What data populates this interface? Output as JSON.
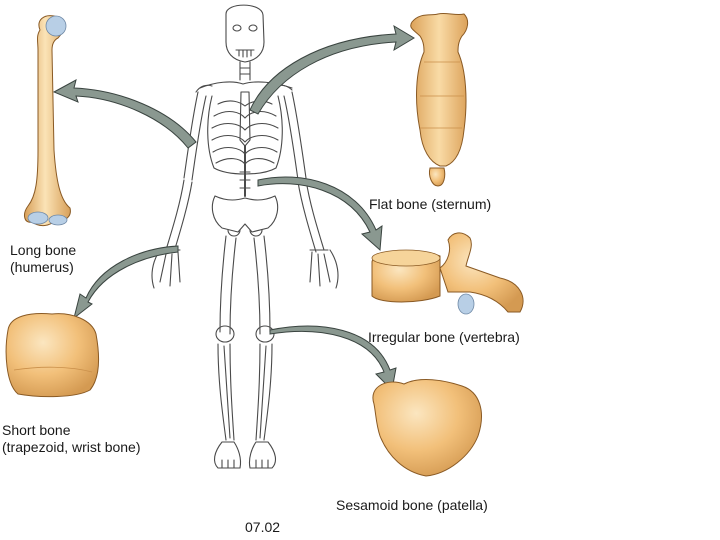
{
  "labels": {
    "long": [
      "Long bone",
      "(humerus)"
    ],
    "flat": "Flat bone (sternum)",
    "irregular": "Irregular bone (vertebra)",
    "short": [
      "Short bone",
      "(trapezoid, wrist bone)"
    ],
    "sesamoid": "Sesamoid bone (patella)",
    "figure_number": "07.02"
  },
  "colors": {
    "bone_fill": "#f2c07a",
    "bone_light": "#f8dcaa",
    "bone_shadow": "#c98f4a",
    "cartilage": "#b8cfe6",
    "arrow_fill": "#8a9890",
    "arrow_stroke": "#3a4440",
    "outline": "#4a4a4a"
  }
}
